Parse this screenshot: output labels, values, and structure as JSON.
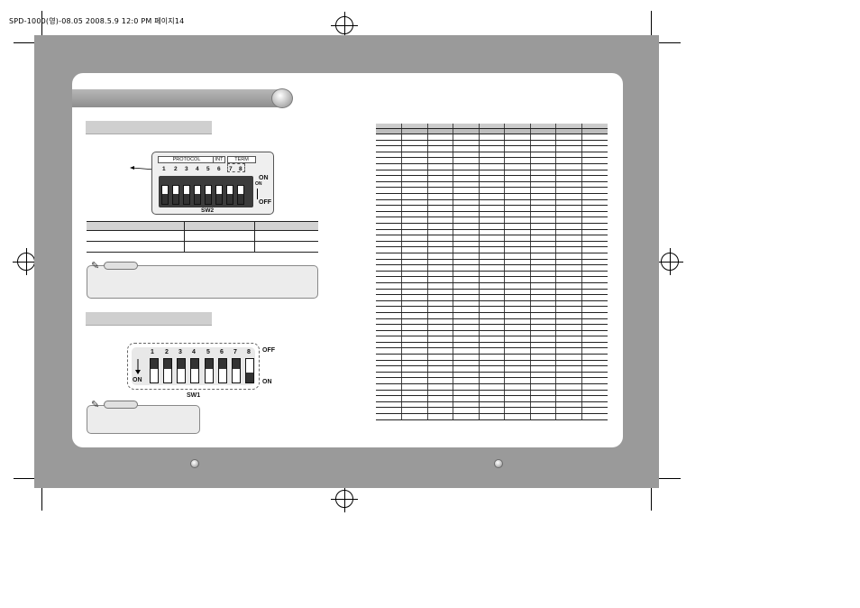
{
  "header": {
    "print_slug": "SPD-1000(영)-08.05  2008.5.9 12:0 PM 페이지14"
  },
  "sw2": {
    "group_labels": [
      "PROTOCOL",
      "INT",
      "TERM"
    ],
    "numbers": [
      "1",
      "2",
      "3",
      "4",
      "5",
      "6",
      "7",
      "8"
    ],
    "on_label": "ON",
    "off_label": "OFF",
    "switch_on_label": "ON",
    "name": "SW2"
  },
  "sw1": {
    "numbers": [
      "1",
      "2",
      "3",
      "4",
      "5",
      "6",
      "7",
      "8"
    ],
    "off_label": "OFF",
    "on_label": "ON",
    "left_on_label": "ON",
    "name": "SW1"
  },
  "colors": {
    "page_bg": "#9a9a9a",
    "panel": "#ffffff",
    "header_bar": "#a6a6a6"
  },
  "icons": {
    "note": "pencil-hand-icon",
    "title_knob": "sphere-icon",
    "page_marker": "sphere-icon"
  }
}
